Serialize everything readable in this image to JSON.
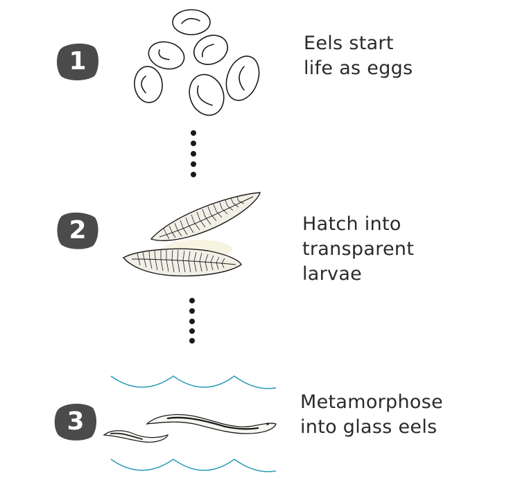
{
  "stages": [
    {
      "number": "1",
      "lines": [
        "Eels start",
        "life as eggs"
      ],
      "illustration": "eggs"
    },
    {
      "number": "2",
      "lines": [
        "Hatch into",
        "transparent",
        "larvae"
      ],
      "illustration": "larvae"
    },
    {
      "number": "3",
      "lines": [
        "Metamorphose",
        "into glass eels"
      ],
      "illustration": "glass-eels"
    }
  ],
  "colors": {
    "badge": "#4b4b4b",
    "badge_text": "#ffffff",
    "caption_text": "#2a2a2a",
    "outline": "#1a1a1a",
    "water": "#2a9bb5",
    "dots": "#1a1a1a"
  }
}
